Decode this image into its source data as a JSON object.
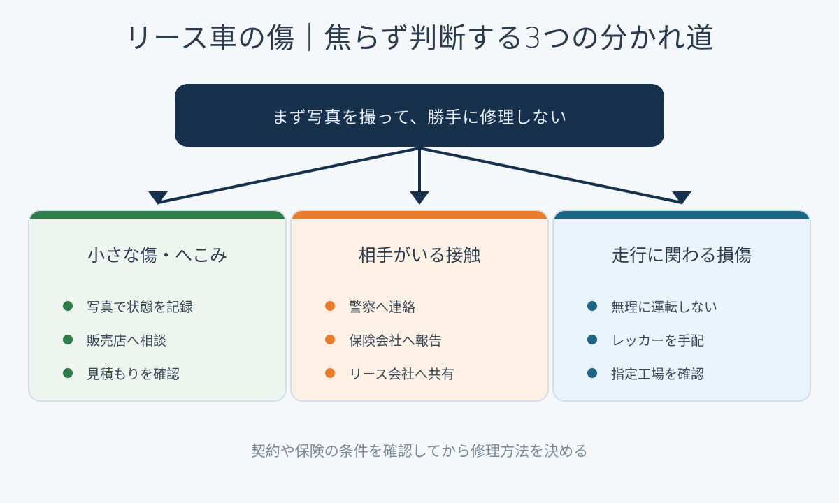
{
  "title": "リース車の傷｜焦らず判断する3つの分かれ道",
  "top_box": "まず写真を撮って、勝手に修理しない",
  "cards": [
    {
      "title": "小さな傷・へこみ",
      "color": "#2e7d4a",
      "bg": "#edf5ee",
      "items": [
        "写真で状態を記録",
        "販売店へ相談",
        "見積もりを確認"
      ]
    },
    {
      "title": "相手がいる接触",
      "color": "#e87c2c",
      "bg": "#fdf1e5",
      "items": [
        "警察へ連絡",
        "保険会社へ報告",
        "リース会社へ共有"
      ]
    },
    {
      "title": "走行に関わる損傷",
      "color": "#1d6585",
      "bg": "#eaf3f9",
      "items": [
        "無理に運転しない",
        "レッカーを手配",
        "指定工場を確認"
      ]
    }
  ],
  "footer": "契約や保険の条件を確認してから修理方法を決める"
}
